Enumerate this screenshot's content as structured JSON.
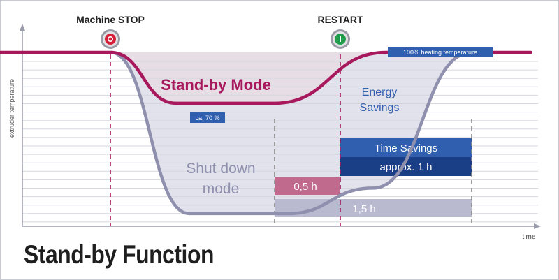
{
  "title": "Stand-by Function",
  "chart_data": {
    "type": "line",
    "xlabel": "time",
    "ylabel": "extruder temperature",
    "x_unit": "h",
    "xlim": [
      -1.5,
      3.3
    ],
    "ylim": [
      0,
      100
    ],
    "grid": true,
    "series": [
      {
        "name": "Stand-by Mode",
        "color": "#a8185c",
        "points": [
          [
            -1.0,
            100
          ],
          [
            0.0,
            100
          ],
          [
            0.5,
            70
          ],
          [
            1.25,
            70
          ],
          [
            2.1,
            100
          ],
          [
            3.2,
            100
          ]
        ]
      },
      {
        "name": "Shut down mode",
        "color": "#8f8fae",
        "points": [
          [
            0.0,
            100
          ],
          [
            0.6,
            5
          ],
          [
            1.35,
            5
          ],
          [
            2.0,
            20
          ],
          [
            2.75,
            100
          ]
        ]
      }
    ],
    "events": [
      {
        "label": "Machine STOP",
        "x": 0.0,
        "icon": "stop-button-icon"
      },
      {
        "label": "RESTART",
        "x": 1.75,
        "icon": "start-button-icon"
      }
    ],
    "region_labels": {
      "standby": "Stand-by Mode",
      "shutdown_line1": "Shut down",
      "shutdown_line2": "mode",
      "energy_line1": "Energy",
      "energy_line2": "Savings"
    },
    "annotations": {
      "ca70": "ca. 70 %",
      "full_heat": "100% heating temperature"
    },
    "bars": [
      {
        "label": "0,5 h",
        "x0": 1.25,
        "x1": 1.75,
        "color": "#c06a8d"
      },
      {
        "label": "1,5 h",
        "x0": 1.25,
        "x1": 2.75,
        "color": "#b9b9cf"
      }
    ],
    "time_savings": {
      "title": "Time Savings",
      "value": "approx. 1 h",
      "x0": 1.75,
      "x1": 2.75
    },
    "colors": {
      "standby": "#a8185c",
      "shutdown": "#8f8fae",
      "area_standby": "#e6dde5",
      "area_shutdown": "#e1e2ec",
      "blue": "#2f5fae",
      "navy": "#1b3f86"
    }
  }
}
